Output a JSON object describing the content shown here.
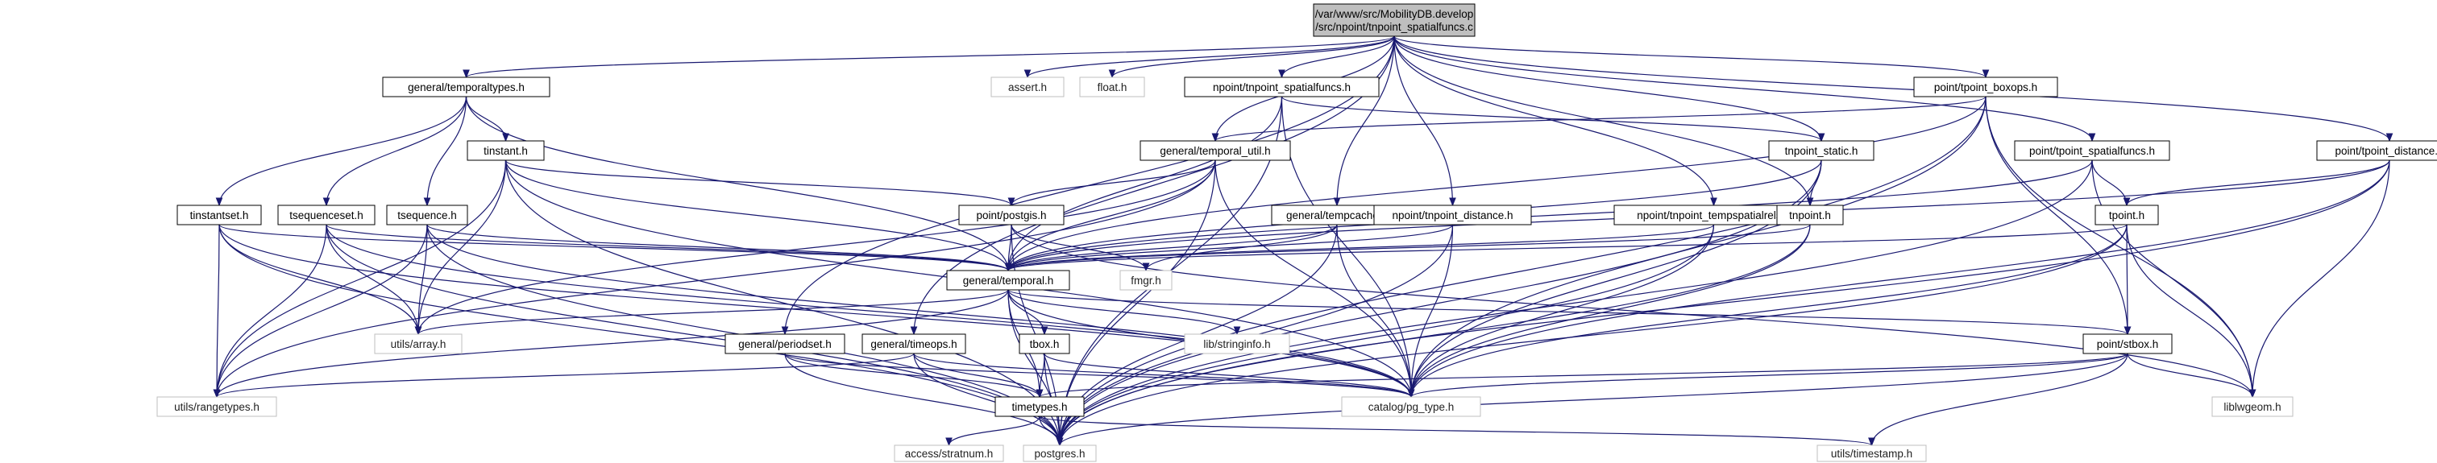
{
  "colors": {
    "edge": "#191970",
    "node_border": "#000000",
    "missing_border": "#bfbfbf",
    "root_fill": "#bfbfbf"
  },
  "nodes": [
    {
      "id": "root",
      "label": "/var/www/src/MobilityDB.develop\n/src/npoint/tnpoint_spatialfuncs.c",
      "kind": "root"
    },
    {
      "id": "temporaltypes",
      "label": "general/temporaltypes.h",
      "kind": "normal"
    },
    {
      "id": "assert",
      "label": "assert.h",
      "kind": "missing"
    },
    {
      "id": "float",
      "label": "float.h",
      "kind": "missing"
    },
    {
      "id": "npoint_spatialfuncs_h",
      "label": "npoint/tnpoint_spatialfuncs.h",
      "kind": "normal"
    },
    {
      "id": "tpoint_boxops",
      "label": "point/tpoint_boxops.h",
      "kind": "normal"
    },
    {
      "id": "tinstant",
      "label": "tinstant.h",
      "kind": "normal"
    },
    {
      "id": "temporal_util",
      "label": "general/temporal_util.h",
      "kind": "normal"
    },
    {
      "id": "tnpoint_static",
      "label": "tnpoint_static.h",
      "kind": "normal"
    },
    {
      "id": "tpoint_spatialfuncs",
      "label": "point/tpoint_spatialfuncs.h",
      "kind": "normal"
    },
    {
      "id": "tpoint_distance",
      "label": "point/tpoint_distance.h",
      "kind": "normal"
    },
    {
      "id": "tinstantset",
      "label": "tinstantset.h",
      "kind": "normal"
    },
    {
      "id": "tsequenceset",
      "label": "tsequenceset.h",
      "kind": "normal"
    },
    {
      "id": "tsequence",
      "label": "tsequence.h",
      "kind": "normal"
    },
    {
      "id": "postgis",
      "label": "point/postgis.h",
      "kind": "normal"
    },
    {
      "id": "tempcache",
      "label": "general/tempcache.h",
      "kind": "normal"
    },
    {
      "id": "tnpoint_distance",
      "label": "npoint/tnpoint_distance.h",
      "kind": "normal"
    },
    {
      "id": "tempspatialrels",
      "label": "npoint/tnpoint_tempspatialrels.h",
      "kind": "normal"
    },
    {
      "id": "tnpoint",
      "label": "tnpoint.h",
      "kind": "normal"
    },
    {
      "id": "tpoint",
      "label": "tpoint.h",
      "kind": "normal"
    },
    {
      "id": "fmgr",
      "label": "fmgr.h",
      "kind": "missing"
    },
    {
      "id": "temporal",
      "label": "general/temporal.h",
      "kind": "normal"
    },
    {
      "id": "array",
      "label": "utils/array.h",
      "kind": "missing"
    },
    {
      "id": "stringinfo",
      "label": "lib/stringinfo.h",
      "kind": "missing"
    },
    {
      "id": "periodset",
      "label": "general/periodset.h",
      "kind": "normal"
    },
    {
      "id": "timeops",
      "label": "general/timeops.h",
      "kind": "normal"
    },
    {
      "id": "tbox",
      "label": "tbox.h",
      "kind": "normal"
    },
    {
      "id": "stbox",
      "label": "point/stbox.h",
      "kind": "normal"
    },
    {
      "id": "rangetypes",
      "label": "utils/rangetypes.h",
      "kind": "missing"
    },
    {
      "id": "timetypes",
      "label": "timetypes.h",
      "kind": "normal"
    },
    {
      "id": "pg_type",
      "label": "catalog/pg_type.h",
      "kind": "missing"
    },
    {
      "id": "liblwgeom",
      "label": "liblwgeom.h",
      "kind": "missing"
    },
    {
      "id": "stratnum",
      "label": "access/stratnum.h",
      "kind": "missing"
    },
    {
      "id": "postgres",
      "label": "postgres.h",
      "kind": "missing"
    },
    {
      "id": "timestamp",
      "label": "utils/timestamp.h",
      "kind": "missing"
    }
  ],
  "edges": [
    [
      "root",
      "temporaltypes"
    ],
    [
      "root",
      "assert"
    ],
    [
      "root",
      "float"
    ],
    [
      "root",
      "npoint_spatialfuncs_h"
    ],
    [
      "root",
      "tpoint_boxops"
    ],
    [
      "root",
      "temporal_util"
    ],
    [
      "root",
      "tnpoint_static"
    ],
    [
      "root",
      "tpoint_spatialfuncs"
    ],
    [
      "root",
      "tpoint_distance"
    ],
    [
      "root",
      "tempcache"
    ],
    [
      "root",
      "tnpoint_distance"
    ],
    [
      "root",
      "tempspatialrels"
    ],
    [
      "root",
      "tnpoint"
    ],
    [
      "root",
      "periodset"
    ],
    [
      "root",
      "timeops"
    ],
    [
      "temporaltypes",
      "tinstant"
    ],
    [
      "temporaltypes",
      "tinstantset"
    ],
    [
      "temporaltypes",
      "tsequenceset"
    ],
    [
      "temporaltypes",
      "tsequence"
    ],
    [
      "temporaltypes",
      "temporal"
    ],
    [
      "npoint_spatialfuncs_h",
      "temporal"
    ],
    [
      "npoint_spatialfuncs_h",
      "tnpoint_static"
    ],
    [
      "npoint_spatialfuncs_h",
      "pg_type"
    ],
    [
      "npoint_spatialfuncs_h",
      "postgres"
    ],
    [
      "tpoint_boxops",
      "temporal_util"
    ],
    [
      "tpoint_boxops",
      "temporal"
    ],
    [
      "tpoint_boxops",
      "stbox"
    ],
    [
      "tpoint_boxops",
      "pg_type"
    ],
    [
      "tpoint_boxops",
      "liblwgeom"
    ],
    [
      "tpoint_boxops",
      "postgres"
    ],
    [
      "tinstant",
      "temporal"
    ],
    [
      "tinstant",
      "postgis"
    ],
    [
      "tinstant",
      "array"
    ],
    [
      "tinstant",
      "rangetypes"
    ],
    [
      "tinstant",
      "postgres"
    ],
    [
      "tinstant",
      "pg_type"
    ],
    [
      "temporal_util",
      "temporal"
    ],
    [
      "temporal_util",
      "postgis"
    ],
    [
      "temporal_util",
      "array"
    ],
    [
      "temporal_util",
      "rangetypes"
    ],
    [
      "temporal_util",
      "pg_type"
    ],
    [
      "temporal_util",
      "postgres"
    ],
    [
      "tnpoint_static",
      "tnpoint"
    ],
    [
      "tnpoint_static",
      "temporal"
    ],
    [
      "tnpoint_static",
      "pg_type"
    ],
    [
      "tnpoint_static",
      "postgres"
    ],
    [
      "tpoint_spatialfuncs",
      "tpoint"
    ],
    [
      "tpoint_spatialfuncs",
      "temporal"
    ],
    [
      "tpoint_spatialfuncs",
      "liblwgeom"
    ],
    [
      "tpoint_spatialfuncs",
      "postgres"
    ],
    [
      "tpoint_distance",
      "tpoint"
    ],
    [
      "tpoint_distance",
      "temporal"
    ],
    [
      "tpoint_distance",
      "liblwgeom"
    ],
    [
      "tpoint_distance",
      "pg_type"
    ],
    [
      "tpoint_distance",
      "postgres"
    ],
    [
      "tinstantset",
      "temporal"
    ],
    [
      "tinstantset",
      "array"
    ],
    [
      "tinstantset",
      "rangetypes"
    ],
    [
      "tinstantset",
      "pg_type"
    ],
    [
      "tinstantset",
      "postgres"
    ],
    [
      "tsequenceset",
      "temporal"
    ],
    [
      "tsequenceset",
      "array"
    ],
    [
      "tsequenceset",
      "rangetypes"
    ],
    [
      "tsequenceset",
      "pg_type"
    ],
    [
      "tsequenceset",
      "postgres"
    ],
    [
      "tsequence",
      "temporal"
    ],
    [
      "tsequence",
      "array"
    ],
    [
      "tsequence",
      "rangetypes"
    ],
    [
      "tsequence",
      "pg_type"
    ],
    [
      "tsequence",
      "postgres"
    ],
    [
      "postgis",
      "temporal"
    ],
    [
      "postgis",
      "fmgr"
    ],
    [
      "postgis",
      "liblwgeom"
    ],
    [
      "postgis",
      "postgres"
    ],
    [
      "tempcache",
      "temporal"
    ],
    [
      "tempcache",
      "fmgr"
    ],
    [
      "tempcache",
      "pg_type"
    ],
    [
      "tempcache",
      "postgres"
    ],
    [
      "tnpoint_distance",
      "temporal"
    ],
    [
      "tnpoint_distance",
      "pg_type"
    ],
    [
      "tnpoint_distance",
      "postgres"
    ],
    [
      "tempspatialrels",
      "temporal"
    ],
    [
      "tempspatialrels",
      "pg_type"
    ],
    [
      "tempspatialrels",
      "postgres"
    ],
    [
      "tnpoint",
      "temporal"
    ],
    [
      "tnpoint",
      "pg_type"
    ],
    [
      "tnpoint",
      "postgres"
    ],
    [
      "tpoint",
      "temporal"
    ],
    [
      "tpoint",
      "stbox"
    ],
    [
      "tpoint",
      "liblwgeom"
    ],
    [
      "tpoint",
      "pg_type"
    ],
    [
      "tpoint",
      "postgres"
    ],
    [
      "temporal",
      "array"
    ],
    [
      "temporal",
      "stringinfo"
    ],
    [
      "temporal",
      "tbox"
    ],
    [
      "temporal",
      "stbox"
    ],
    [
      "temporal",
      "timetypes"
    ],
    [
      "temporal",
      "rangetypes"
    ],
    [
      "temporal",
      "pg_type"
    ],
    [
      "temporal",
      "postgres"
    ],
    [
      "periodset",
      "timetypes"
    ],
    [
      "periodset",
      "pg_type"
    ],
    [
      "periodset",
      "postgres"
    ],
    [
      "timeops",
      "timetypes"
    ],
    [
      "timeops",
      "rangetypes"
    ],
    [
      "timeops",
      "pg_type"
    ],
    [
      "timeops",
      "postgres"
    ],
    [
      "tbox",
      "timetypes"
    ],
    [
      "tbox",
      "pg_type"
    ],
    [
      "tbox",
      "postgres"
    ],
    [
      "stbox",
      "timetypes"
    ],
    [
      "stbox",
      "pg_type"
    ],
    [
      "stbox",
      "liblwgeom"
    ],
    [
      "stbox",
      "postgres"
    ],
    [
      "stbox",
      "timestamp"
    ],
    [
      "timetypes",
      "stratnum"
    ],
    [
      "timetypes",
      "postgres"
    ],
    [
      "timetypes",
      "timestamp"
    ]
  ]
}
